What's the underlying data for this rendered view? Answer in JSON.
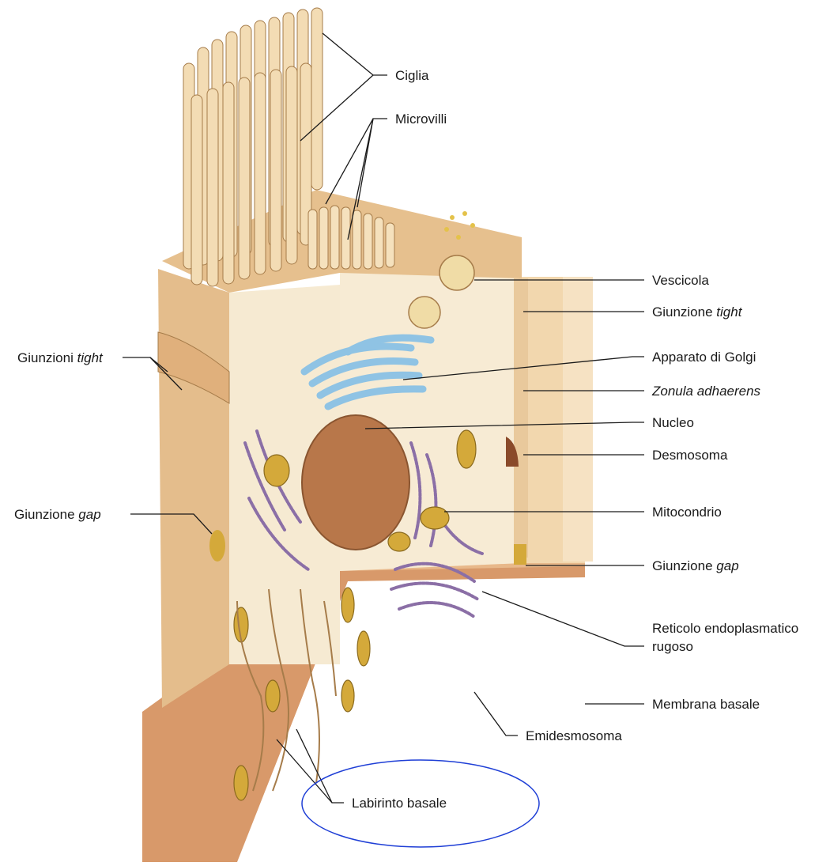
{
  "labels": {
    "ciglia": "Ciglia",
    "microvilli": "Microvilli",
    "vescicola": "Vescicola",
    "giunzione_tight_prefix": "Giunzione ",
    "giunzione_tight_italic": "tight",
    "apparato_golgi": "Apparato di Golgi",
    "zonula_adhaerens": "Zonula adhaerens",
    "nucleo": "Nucleo",
    "desmosoma": "Desmosoma",
    "mitocondrio": "Mitocondrio",
    "giunzione_gap_right_prefix": "Giunzione ",
    "giunzione_gap_right_italic": "gap",
    "reticolo_line1": "Reticolo endoplasmatico",
    "reticolo_line2": "rugoso",
    "membrana_basale": "Membrana basale",
    "emidesmosoma": "Emidesmosoma",
    "labirinto_basale": "Labirinto basale",
    "giunzioni_tight_prefix": "Giunzioni ",
    "giunzioni_tight_italic": "tight",
    "giunzione_gap_left_prefix": "Giunzione ",
    "giunzione_gap_left_italic": "gap"
  },
  "colors": {
    "cell_outer": "#e8c79a",
    "cell_light": "#f4e4c6",
    "cytoplasm": "#f6ead2",
    "nucleus": "#b8774a",
    "golgi": "#8fc3e4",
    "er": "#8b6fa6",
    "mito": "#d4a93a",
    "basal": "#d89a6c",
    "highlight_ellipse": "#1f3fd6"
  }
}
